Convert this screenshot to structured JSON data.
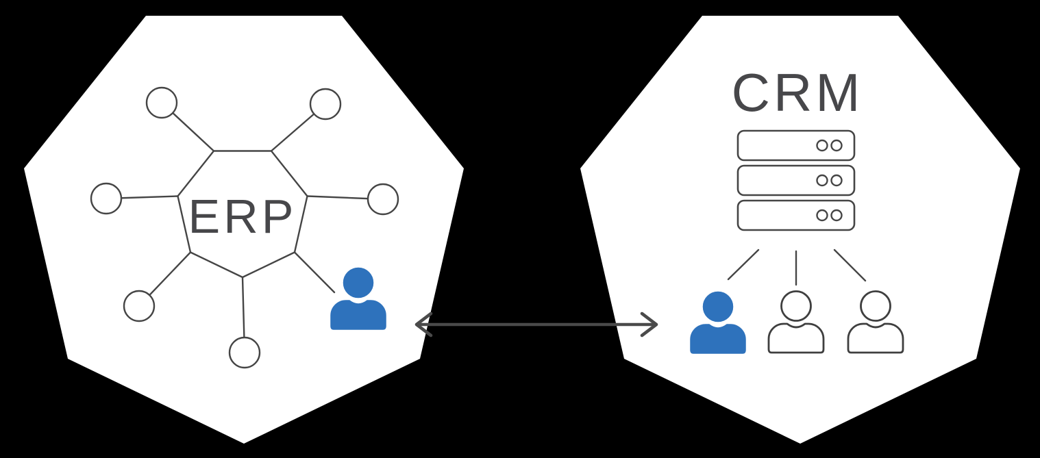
{
  "diagram": {
    "background_color": "#000000",
    "panel_color": "#ffffff",
    "line_color": "#454545",
    "arrow_color": "#4a4a4a",
    "accent_color": "#2e72bc",
    "erp": {
      "label": "ERP",
      "satellite_node_count": 6,
      "hub_shape": "heptagon",
      "users": [
        {
          "type": "filled-blue"
        }
      ]
    },
    "crm": {
      "label": "CRM",
      "server_unit_count": 3,
      "users": [
        {
          "type": "filled-blue"
        },
        {
          "type": "outline"
        },
        {
          "type": "outline"
        }
      ]
    },
    "connector": {
      "type": "double-headed-arrow"
    }
  }
}
